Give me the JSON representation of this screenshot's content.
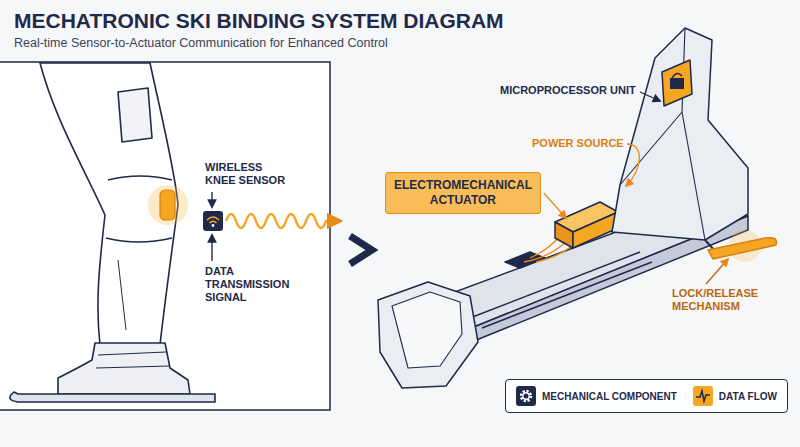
{
  "diagram": {
    "title": "MECHATRONIC SKI BINDING SYSTEM DIAGRAM",
    "nodes": [
      {
        "text": [
          "ELECTROMECHANICAL ACTUATOR"
        ]
      }
    ],
    "labels": [
      "Real-time Sensor-to-Actuator Communication for Enhanced Control",
      "WIRELESS KNEE SENSOR",
      "DATA TRANSMISSION SIGNAL",
      "MICROPROCESSOR UNIT",
      "POWER SOURCE",
      "LOCK/RELEASE MECHANISM"
    ],
    "legend": [
      {
        "text": "MECHANICAL COMPONENT"
      },
      {
        "text": "DATA FLOW"
      }
    ]
  }
}
